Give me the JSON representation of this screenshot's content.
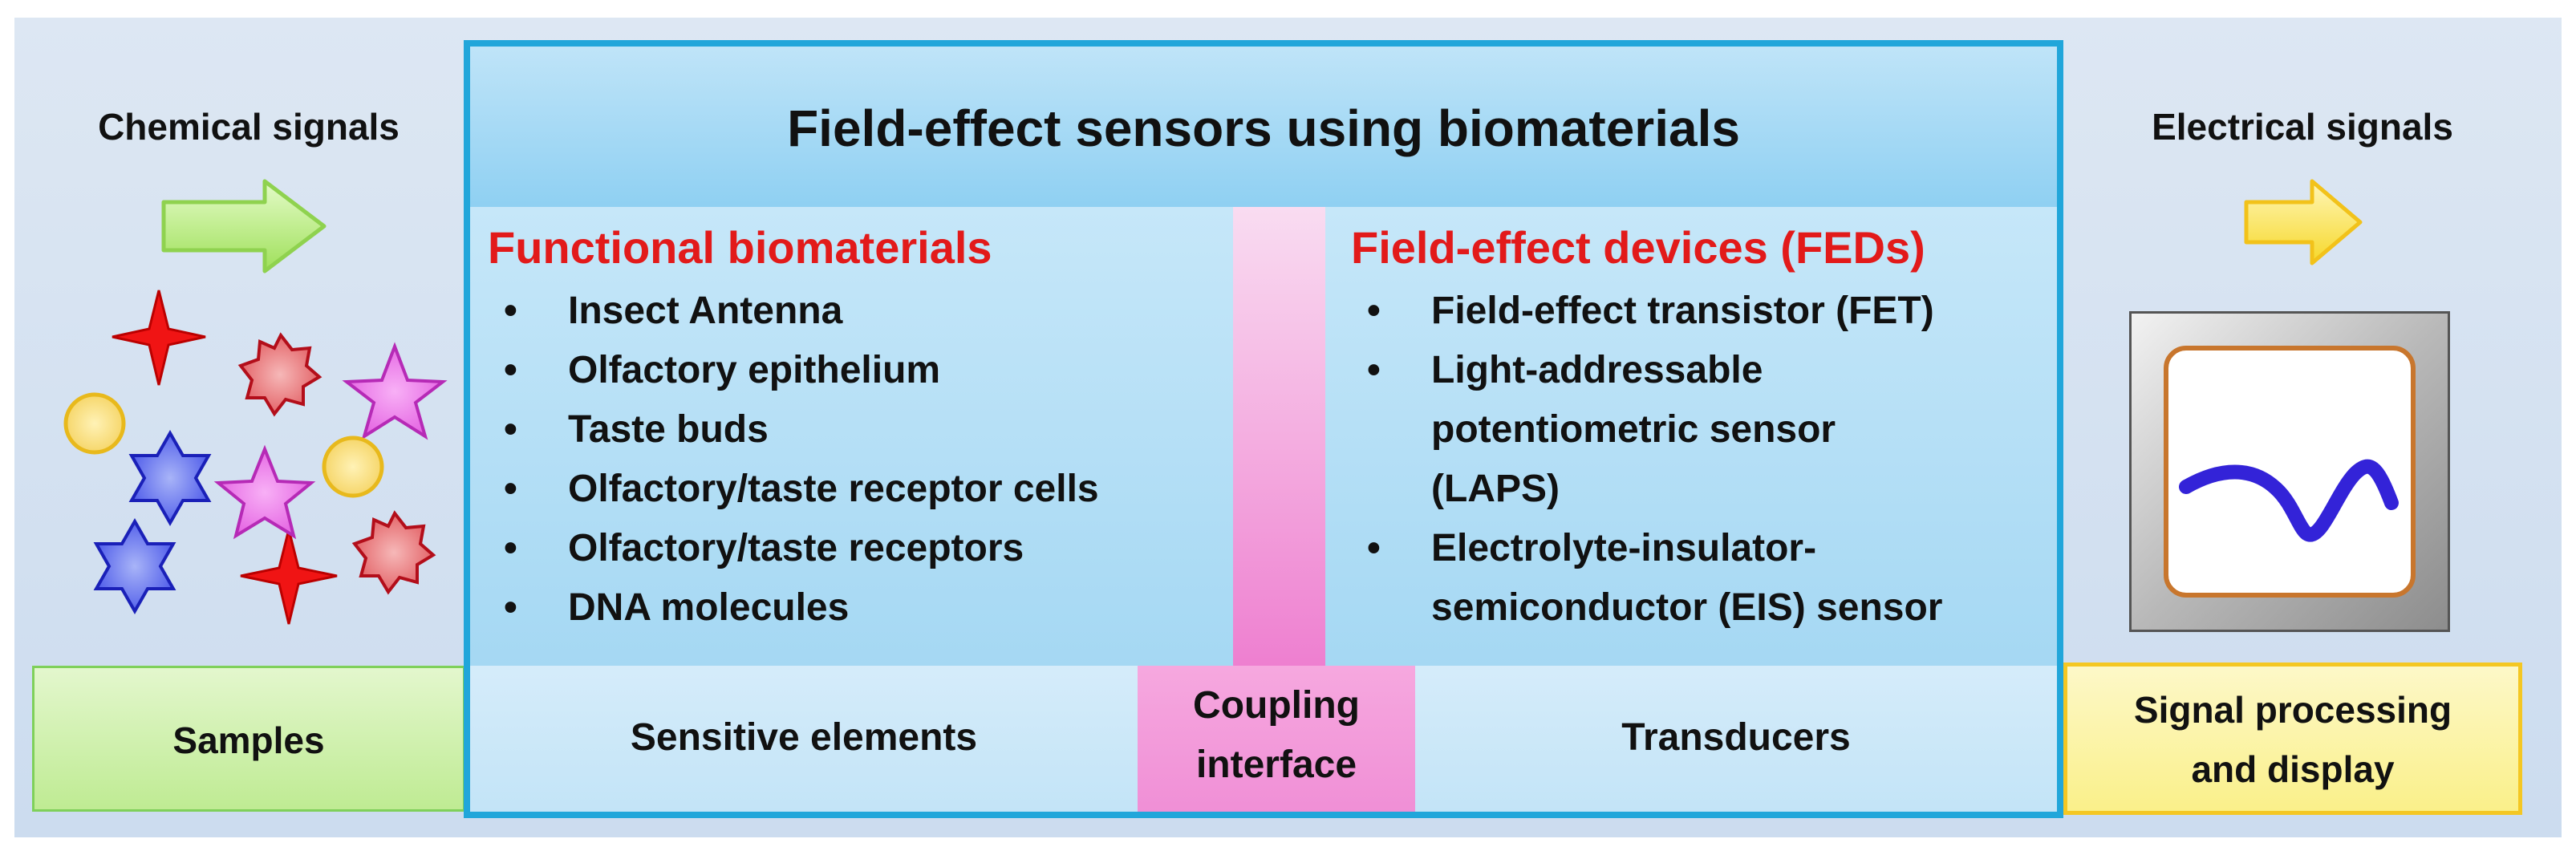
{
  "title": "Field-effect sensors using biomaterials",
  "left_column": {
    "heading": "Functional biomaterials",
    "items": [
      "Insect Antenna",
      "Olfactory epithelium",
      "Taste buds",
      "Olfactory/taste receptor cells",
      "Olfactory/taste receptors",
      "DNA molecules"
    ]
  },
  "right_column": {
    "heading": "Field-effect devices (FEDs)",
    "items": [
      {
        "lines": [
          "Field-effect transistor  (FET)"
        ]
      },
      {
        "lines": [
          "Light-addressable",
          "potentiometric sensor",
          "(LAPS)"
        ]
      },
      {
        "lines": [
          "Electrolyte-insulator-",
          "semiconductor  (EIS) sensor"
        ]
      }
    ]
  },
  "bullet_char": "•",
  "side_labels": {
    "input": "Chemical signals",
    "output": "Electrical signals"
  },
  "bottom_labels": {
    "samples": "Samples",
    "sensitive_elements": "Sensitive elements",
    "coupling_line1": "Coupling",
    "coupling_line2": "interface",
    "transducers": "Transducers",
    "signal_line1": "Signal processing",
    "signal_line2": "and display"
  },
  "colors": {
    "heading_red": "#e21a1a",
    "main_border": "#21a6da",
    "coupling_pink": "#f08fd6",
    "samples_green": "#bfeb93",
    "signal_yellow": "#faf08a",
    "arrow_green": "#a6e86a",
    "arrow_yellow": "#f8e34a",
    "wave_blue": "#3323d8"
  },
  "icons": {
    "input_arrow": "green-right-arrow-icon",
    "output_arrow": "yellow-right-arrow-icon",
    "molecules": "chemical-molecule-shapes",
    "display": "signal-display-screen-icon"
  }
}
